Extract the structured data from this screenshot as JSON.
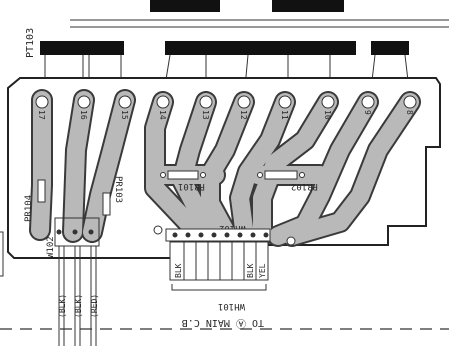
{
  "labels": {
    "pt103": "PT103",
    "pr104": "PR104",
    "pr103": "PR103",
    "pr101": "PR101",
    "pr102": "PR102",
    "w102": "W102",
    "wh102": "WH102",
    "wh101": "WH101",
    "to_main_cb": "TO Ⓐ MAIN C.B",
    "wire_blk_1": "(BLK)",
    "wire_blk_2": "(BLK)",
    "wire_red": "(RED)",
    "conn_blk_1": "BLK",
    "conn_blk_2": "BLK",
    "conn_yel": "YEL"
  },
  "pads": [
    "17",
    "16",
    "15",
    "14",
    "13",
    "12",
    "11",
    "10",
    "9",
    "8"
  ],
  "colors": {
    "trace_fill": "#b9b9b9",
    "trace_edge": "#3a3a3a",
    "header_bar": "#111111",
    "board_outline": "#222222"
  }
}
